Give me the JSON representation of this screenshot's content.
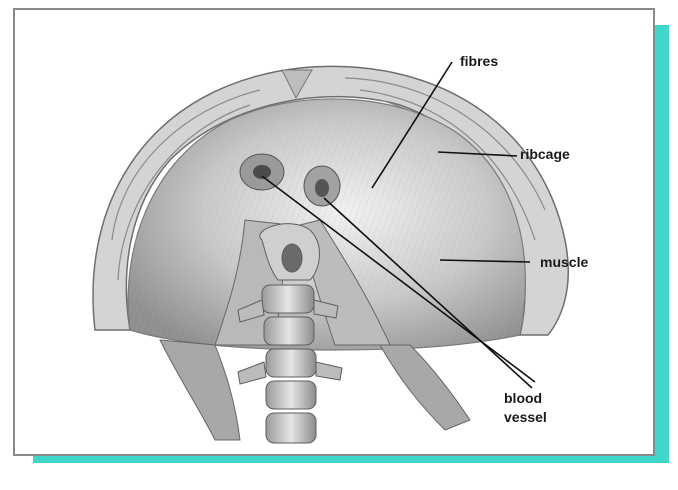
{
  "labels": {
    "fibres": "fibres",
    "ribcage": "ribcage",
    "muscle": "muscle",
    "blood_line1": "blood",
    "blood_line2": "vessel"
  },
  "colors": {
    "accent_shadow": "#3fd6cc",
    "frame_border": "#8a8a8a",
    "ink": "#1a1a1a"
  }
}
